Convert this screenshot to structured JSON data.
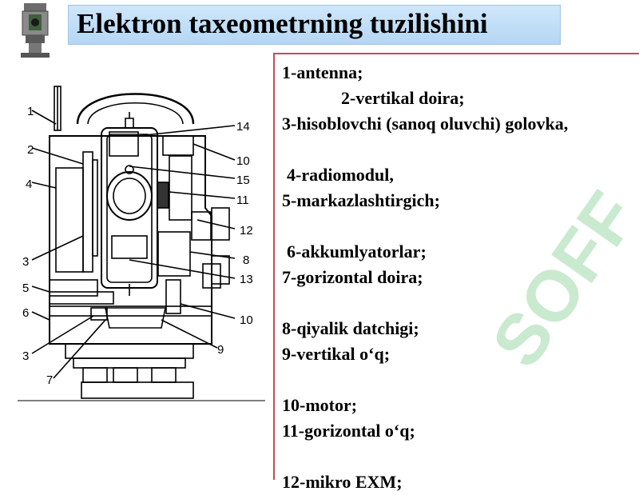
{
  "title": "Elektron taxeometrning tuzilishini",
  "diagram_labels": [
    "1",
    "2",
    "4",
    "3",
    "5",
    "6",
    "3",
    "7",
    "14",
    "10",
    "15",
    "11",
    "12",
    "8",
    "13",
    "10",
    "9"
  ],
  "legend_items": [
    "1-antenna;",
    "2-vertikal doira;",
    "3-hisoblovchi (sanoq oluvchi) golovka,",
    "",
    "4-radiomodul,",
    "5-markazlashtirgich;",
    "",
    "6-akkumlyatorlar;",
    "7-gorizontal doira;",
    "",
    "8-qiyalik datchigi;",
    "9-vertikal o‘q;",
    "",
    "10-motor;",
    "11-gorizontal o‘q;",
    "",
    "12-mikro EXM;"
  ],
  "watermark": "SOFF",
  "colors": {
    "title_bg": "#c6e0f8",
    "legend_border": "#c0504d",
    "watermark": "#9fd8a8"
  }
}
